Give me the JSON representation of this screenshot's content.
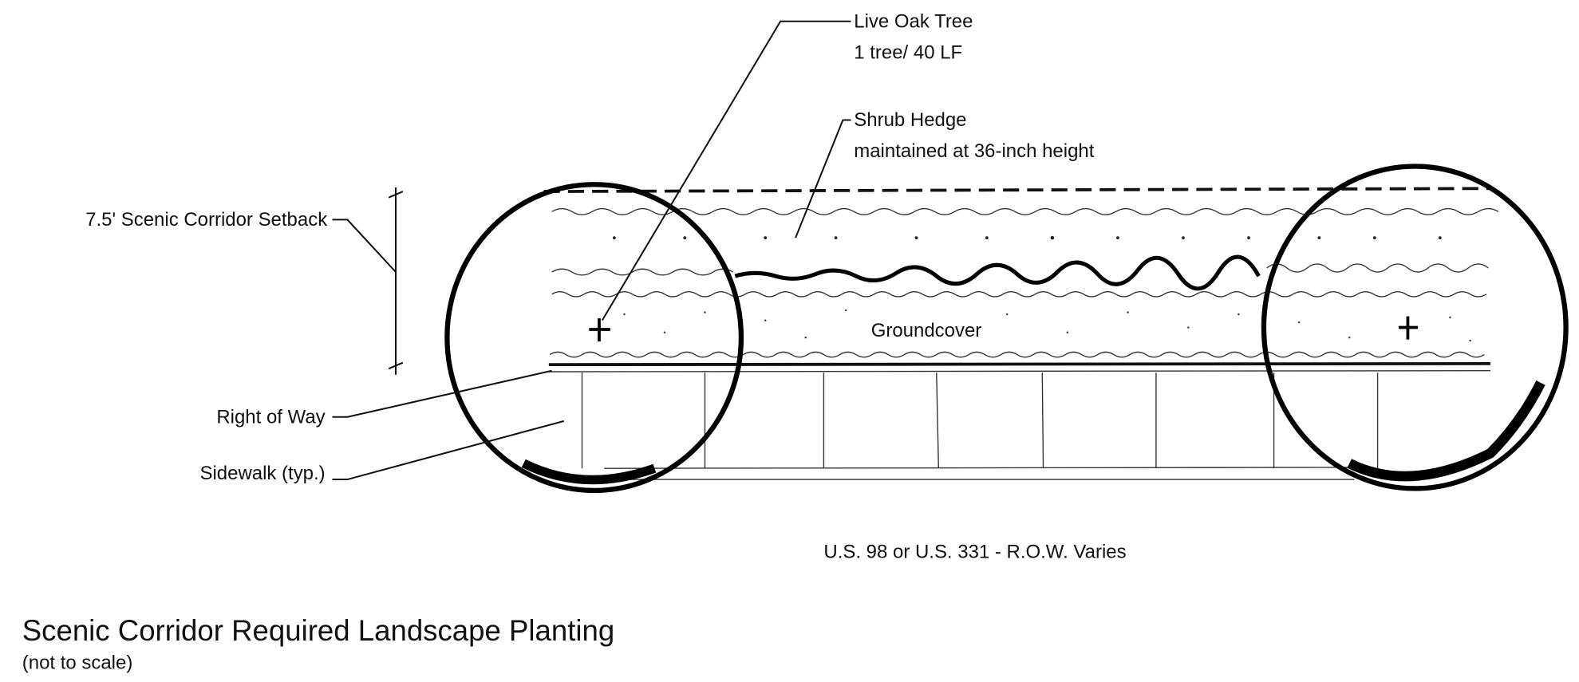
{
  "labels": {
    "live_oak_title": "Live Oak Tree",
    "live_oak_spacing": "1 tree/ 40 LF",
    "shrub_title": "Shrub Hedge",
    "shrub_note": "maintained at 36-inch height",
    "setback": "7.5' Scenic Corridor Setback",
    "groundcover": "Groundcover",
    "right_of_way": "Right of Way",
    "sidewalk": "Sidewalk (typ.)",
    "road": "U.S. 98 or U.S. 331 - R.O.W. Varies"
  },
  "caption": {
    "title": "Scenic Corridor Required Landscape Planting",
    "subtitle": "(not to scale)"
  },
  "colors": {
    "ink": "#111111",
    "background": "#ffffff"
  }
}
